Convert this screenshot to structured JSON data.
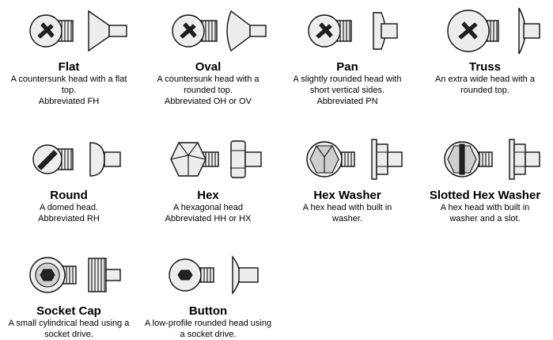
{
  "heads": [
    {
      "name": "Flat",
      "desc": "A countersunk head with a flat top.",
      "abbr": "Abbreviated FH"
    },
    {
      "name": "Oval",
      "desc": "A countersunk head with a rounded top.",
      "abbr": "Abbreviated OH or OV"
    },
    {
      "name": "Pan",
      "desc": "A slightly rounded head with short vertical sides.",
      "abbr": "Abbreviated PN"
    },
    {
      "name": "Truss",
      "desc": "An extra wide head with a rounded top.",
      "abbr": ""
    },
    {
      "name": "Round",
      "desc": "A domed head.",
      "abbr": "Abbreviated RH"
    },
    {
      "name": "Hex",
      "desc": "A hexagonal head",
      "abbr": "Abbreviated HH or HX"
    },
    {
      "name": "Hex Washer",
      "desc": "A hex head with built in washer.",
      "abbr": ""
    },
    {
      "name": "Slotted Hex Washer",
      "desc": "A hex head with built in washer and a slot.",
      "abbr": ""
    },
    {
      "name": "Socket Cap",
      "desc": "A small cylindrical head using a socket drive.",
      "abbr": ""
    },
    {
      "name": "Button",
      "desc": "A low-profile rounded head using a socket drive.",
      "abbr": ""
    }
  ]
}
